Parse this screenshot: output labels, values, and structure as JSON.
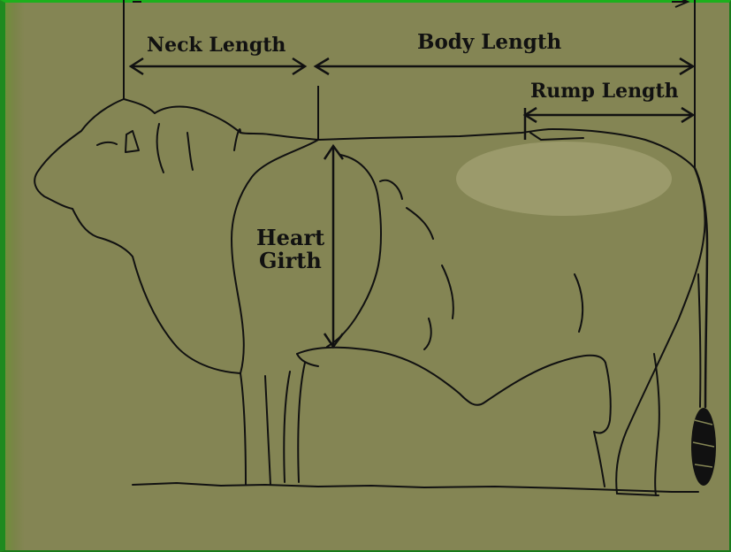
{
  "labels": {
    "neck_length": "Neck Length",
    "body_length": "Body Length",
    "rump_length": "Rump Length",
    "heart": "Heart",
    "girth": "Girth"
  },
  "colors": {
    "background": "#848554",
    "frame_green": "#1db01d",
    "ink": "#111111",
    "highlight": "#a3a273"
  }
}
